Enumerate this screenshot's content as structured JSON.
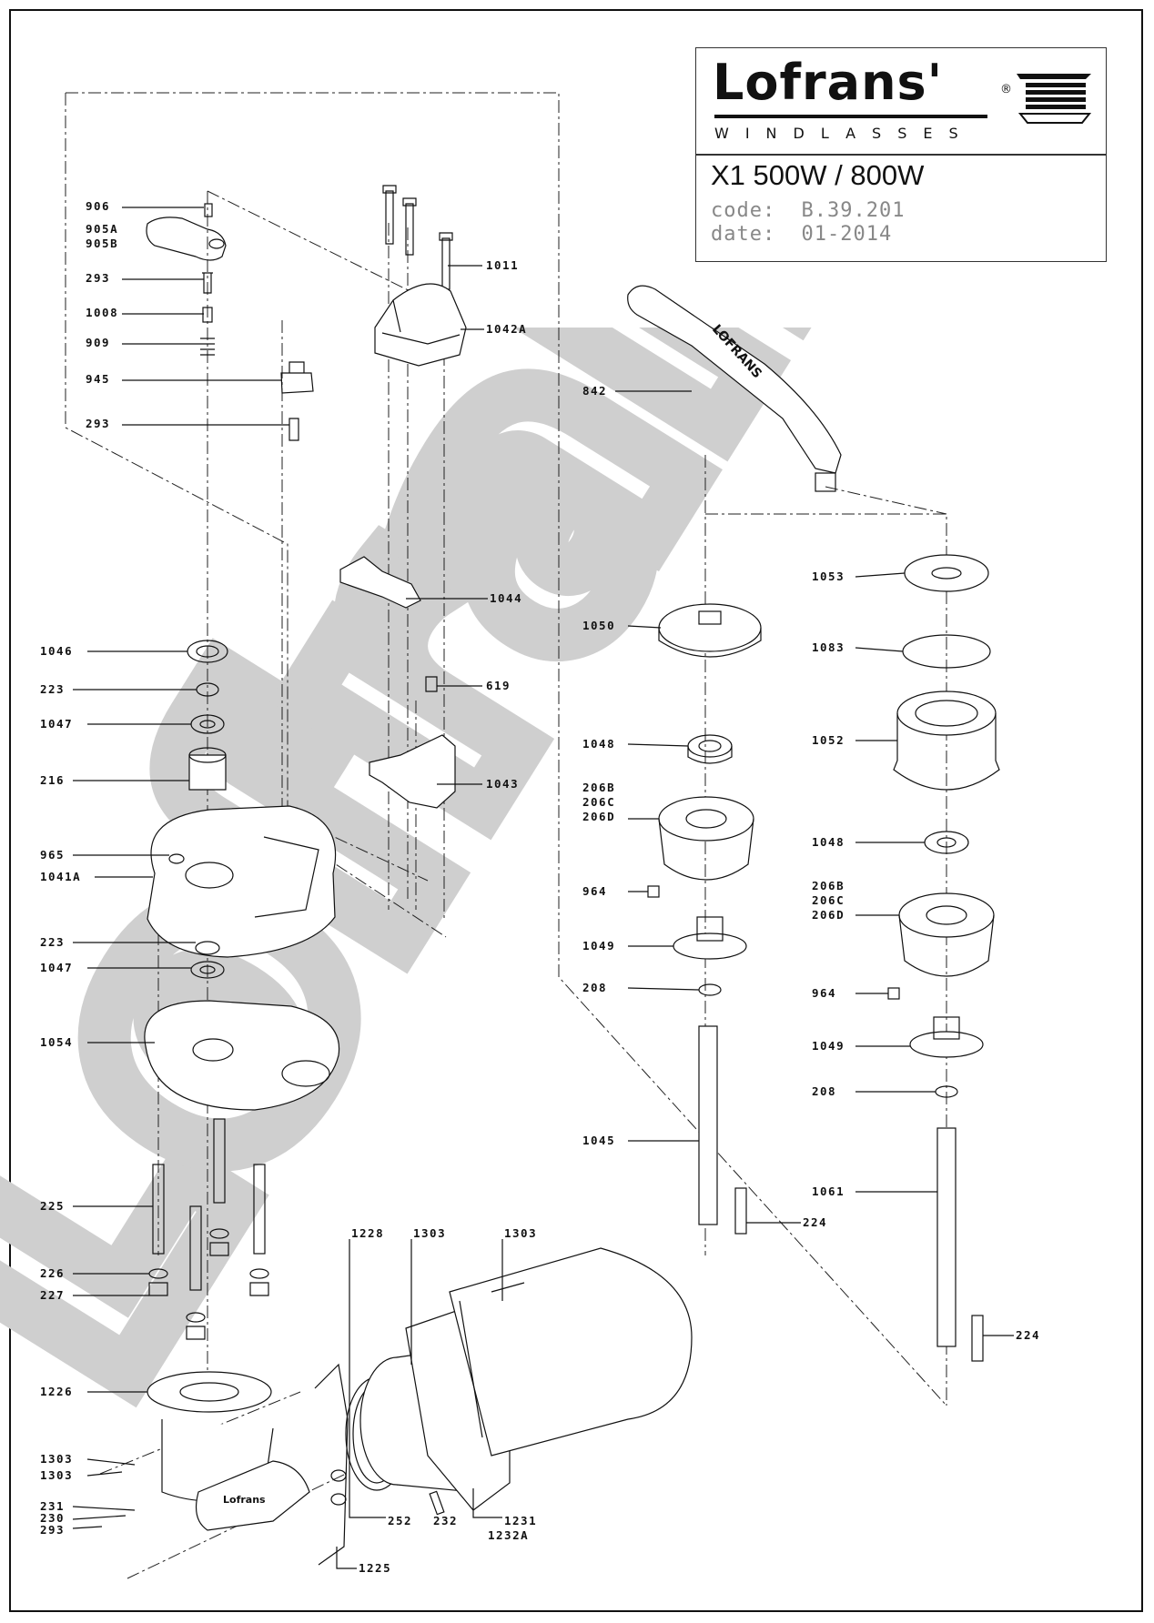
{
  "title_block": {
    "brand": "Lofrans'",
    "registered": "®",
    "subtitle": "WINDLASSES",
    "model": "X1 500W / 800W",
    "code_label": "code:",
    "code_value": "B.39.201",
    "date_label": "date:",
    "date_value": "01-2014"
  },
  "watermark": {
    "text": "Lofrans",
    "color": "#d9d9d9"
  },
  "handle_text": "LOFRANS",
  "motor_text": "Lofrans",
  "part_labels": {
    "p906": "906",
    "p905a": "905A",
    "p905b": "905B",
    "p293a": "293",
    "p1008": "1008",
    "p909": "909",
    "p945": "945",
    "p293b": "293",
    "p1011": "1011",
    "p1042a": "1042A",
    "p842": "842",
    "p1044": "1044",
    "p1046": "1046",
    "p223a": "223",
    "p1047a": "1047",
    "p216": "216",
    "p619": "619",
    "p1043": "1043",
    "p965": "965",
    "p1041a": "1041A",
    "p223b": "223",
    "p1047b": "1047",
    "p1054": "1054",
    "p225": "225",
    "p226": "226",
    "p227": "227",
    "p1228": "1228",
    "p1303a": "1303",
    "p1303b": "1303",
    "p1226": "1226",
    "p1303c": "1303",
    "p1303d": "1303",
    "p231": "231",
    "p230": "230",
    "p293c": "293",
    "p252": "252",
    "p232": "232",
    "p1231": "1231",
    "p1232a": "1232A",
    "p1225": "1225",
    "p1050": "1050",
    "p1048a": "1048",
    "p206a": "206B",
    "p206b": "206C",
    "p206c": "206D",
    "p964a": "964",
    "p1049a": "1049",
    "p208a": "208",
    "p1045": "1045",
    "p224a": "224",
    "p1053": "1053",
    "p1083": "1083",
    "p1052": "1052",
    "p1048b": "1048",
    "p206d": "206B",
    "p206e": "206C",
    "p206f": "206D",
    "p964b": "964",
    "p1049b": "1049",
    "p208b": "208",
    "p1061": "1061",
    "p224b": "224"
  }
}
